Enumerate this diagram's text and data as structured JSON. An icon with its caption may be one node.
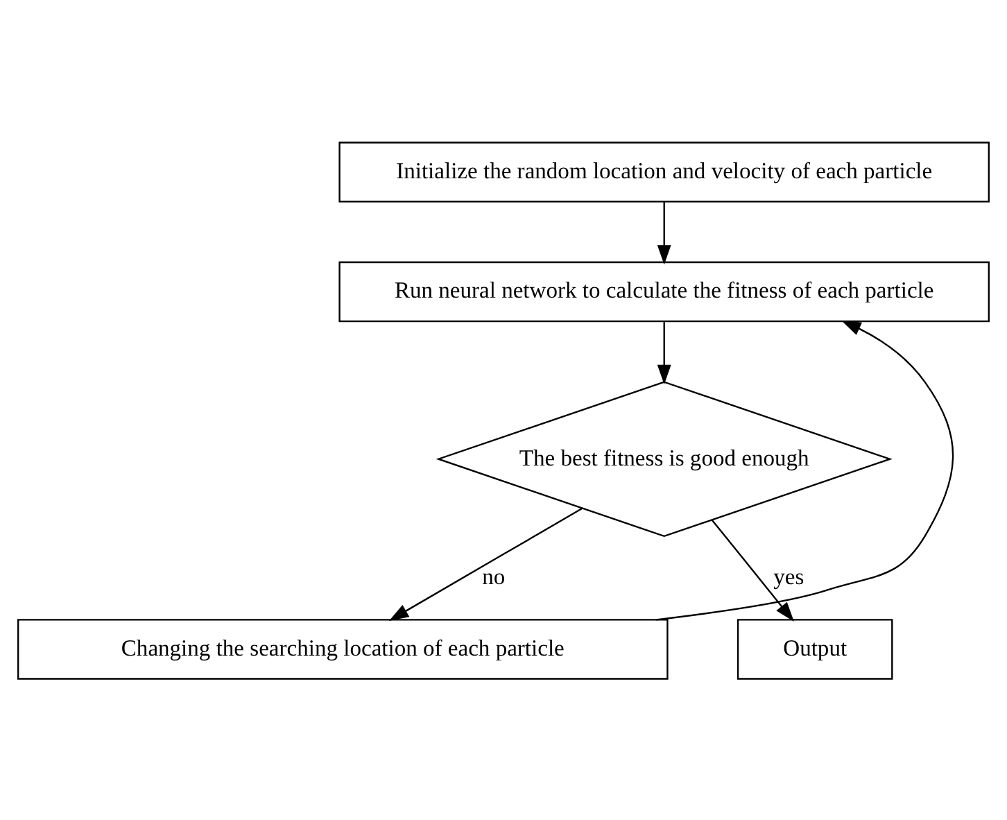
{
  "diagram": {
    "nodes": [
      {
        "text": [
          "Initialize the random location and velocity of each particle"
        ]
      },
      {
        "text": [
          "Run neural network to calculate the fitness of each particle"
        ]
      },
      {
        "text": [
          "The best fitness is good enough"
        ]
      },
      {
        "text": [
          "Changing the searching location of each particle"
        ]
      },
      {
        "text": [
          "Output"
        ]
      }
    ],
    "edges": [
      {
        "from": 0,
        "to": 1,
        "arrow": "to"
      },
      {
        "from": 1,
        "to": 2,
        "arrow": "to"
      },
      {
        "from": 2,
        "to": 3,
        "arrow": "to",
        "label": "no"
      },
      {
        "from": 3,
        "to": 1,
        "arrow": "to"
      },
      {
        "from": 2,
        "to": 4,
        "arrow": "to",
        "label": "yes"
      }
    ]
  }
}
